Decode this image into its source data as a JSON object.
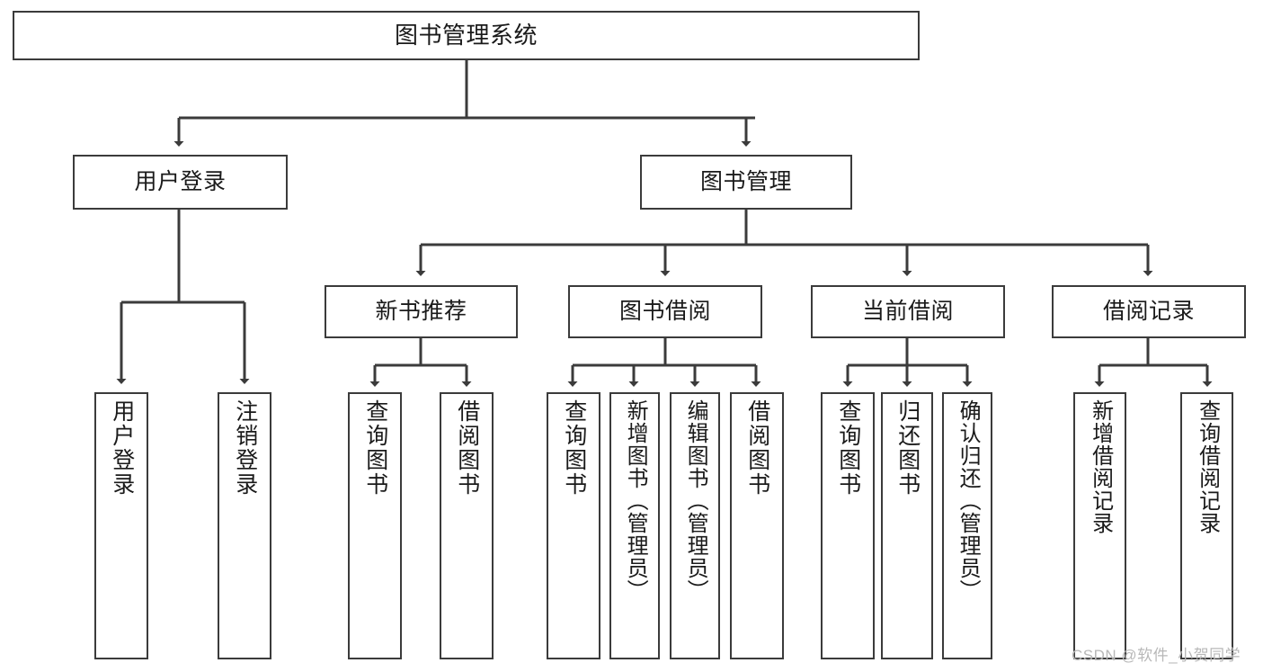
{
  "diagram": {
    "type": "tree-hierarchy",
    "title": "图书管理系统",
    "watermark": "CSDN @软件_小贺同学",
    "colors": {
      "border": "#3b3b3b",
      "background": "#ffffff",
      "text": "#1a1a1a",
      "watermark": "#b8b8b8"
    },
    "nodes": {
      "root": {
        "label": "图书管理系统"
      },
      "level1": [
        {
          "id": "user-login",
          "label": "用户登录"
        },
        {
          "id": "book-manage",
          "label": "图书管理"
        }
      ],
      "level2": [
        {
          "id": "new-book-recommend",
          "label": "新书推荐"
        },
        {
          "id": "book-borrow",
          "label": "图书借阅"
        },
        {
          "id": "current-borrow",
          "label": "当前借阅"
        },
        {
          "id": "borrow-record",
          "label": "借阅记录"
        }
      ],
      "leaves": {
        "user_login": [
          {
            "id": "leaf-user-login",
            "label": "用户登录"
          },
          {
            "id": "leaf-logout-login",
            "label": "注销登录"
          }
        ],
        "new_book_recommend": [
          {
            "id": "leaf-query-book-1",
            "label": "查询图书"
          },
          {
            "id": "leaf-borrow-book-1",
            "label": "借阅图书"
          }
        ],
        "book_borrow": [
          {
            "id": "leaf-query-book-2",
            "label": "查询图书"
          },
          {
            "id": "leaf-add-book",
            "label": "新增图书（管理员）"
          },
          {
            "id": "leaf-edit-book",
            "label": "编辑图书（管理员）"
          },
          {
            "id": "leaf-borrow-book-2",
            "label": "借阅图书"
          }
        ],
        "current_borrow": [
          {
            "id": "leaf-query-book-3",
            "label": "查询图书"
          },
          {
            "id": "leaf-return-book",
            "label": "归还图书"
          },
          {
            "id": "leaf-confirm-return",
            "label": "确认归还（管理员）"
          }
        ],
        "borrow_record": [
          {
            "id": "leaf-add-record",
            "label": "新增借阅记录"
          },
          {
            "id": "leaf-query-record",
            "label": "查询借阅记录"
          }
        ]
      }
    }
  }
}
